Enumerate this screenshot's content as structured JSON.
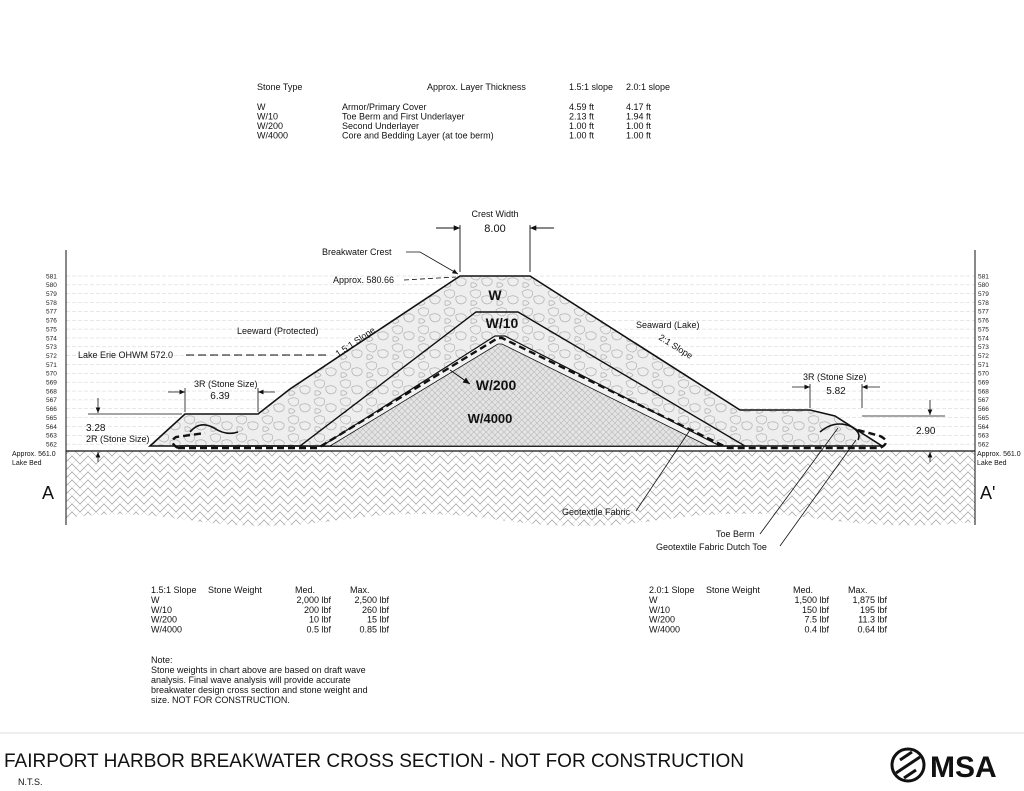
{
  "layer_table": {
    "header": {
      "stone_type": "Stone Type",
      "thickness": "Approx. Layer Thickness",
      "s15": "1.5:1 slope",
      "s20": "2.0:1 slope"
    },
    "rows": [
      {
        "stone": "W",
        "desc": "Armor/Primary Cover",
        "s15": "4.59 ft",
        "s20": "4.17 ft"
      },
      {
        "stone": "W/10",
        "desc": "Toe Berm and First Underlayer",
        "s15": "2.13 ft",
        "s20": "1.94 ft"
      },
      {
        "stone": "W/200",
        "desc": "Second Underlayer",
        "s15": "1.00 ft",
        "s20": "1.00 ft"
      },
      {
        "stone": "W/4000",
        "desc": "Core and Bedding Layer (at toe berm)",
        "s15": "1.00 ft",
        "s20": "1.00 ft"
      }
    ]
  },
  "diagram": {
    "crest_width_label": "Crest Width",
    "crest_width_value": "8.00",
    "breakwater_crest": "Breakwater Crest",
    "approx_crest": "Approx. 580.66",
    "leeward": "Leeward (Protected)",
    "seaward": "Seaward (Lake)",
    "slope_15": "1.5:1 Slope",
    "slope_21": "2:1 Slope",
    "ohwm": "Lake Erie OHWM 572.0",
    "layer_w": "W",
    "layer_w10": "W/10",
    "layer_w200": "W/200",
    "layer_w4000": "W/4000",
    "left_3r": "3R (Stone Size)",
    "left_3r_value": "6.39",
    "right_3r": "3R (Stone Size)",
    "right_3r_value": "5.82",
    "left_toe_height": "3.28",
    "left_2r": "2R (Stone Size)",
    "right_toe_height": "2.90",
    "approx_left": "Approx. 561.0",
    "lake_bed_left": "Lake Bed",
    "approx_right": "Approx. 561.0",
    "lake_bed_right": "Lake Bed",
    "geotextile": "Geotextile Fabric",
    "toe_berm": "Toe Berm",
    "dutch_toe": "Geotextile Fabric Dutch Toe",
    "section_a": "A",
    "section_a_prime": "A'",
    "elevations": [
      "581",
      "580",
      "579",
      "578",
      "577",
      "576",
      "575",
      "574",
      "573",
      "572",
      "571",
      "570",
      "569",
      "568",
      "567",
      "566",
      "565",
      "564",
      "563",
      "562"
    ]
  },
  "weights_15": {
    "header": {
      "slope": "1.5:1 Slope",
      "weight": "Stone Weight",
      "med": "Med.",
      "max": "Max."
    },
    "rows": [
      {
        "stone": "W",
        "med": "2,000 lbf",
        "max": "2,500 lbf"
      },
      {
        "stone": "W/10",
        "med": "200 lbf",
        "max": "260 lbf"
      },
      {
        "stone": "W/200",
        "med": "10 lbf",
        "max": "15 lbf"
      },
      {
        "stone": "W/4000",
        "med": "0.5 lbf",
        "max": "0.85 lbf"
      }
    ]
  },
  "weights_20": {
    "header": {
      "slope": "2.0:1 Slope",
      "weight": "Stone Weight",
      "med": "Med.",
      "max": "Max."
    },
    "rows": [
      {
        "stone": "W",
        "med": "1,500 lbf",
        "max": "1,875 lbf"
      },
      {
        "stone": "W/10",
        "med": "150 lbf",
        "max": "195 lbf"
      },
      {
        "stone": "W/200",
        "med": "7.5 lbf",
        "max": "11.3 lbf"
      },
      {
        "stone": "W/4000",
        "med": "0.4 lbf",
        "max": "0.64 lbf"
      }
    ]
  },
  "note": {
    "heading": "Note:",
    "lines": [
      "Stone weights in chart above are based on draft wave",
      "analysis.  Final wave analysis will provide accurate",
      "breakwater design cross section and stone weight and",
      "size. NOT FOR CONSTRUCTION."
    ]
  },
  "footer": {
    "title": "FAIRPORT HARBOR BREAKWATER CROSS SECTION - NOT FOR CONSTRUCTION",
    "scale": "N.T.S.",
    "logo": "MSA"
  }
}
